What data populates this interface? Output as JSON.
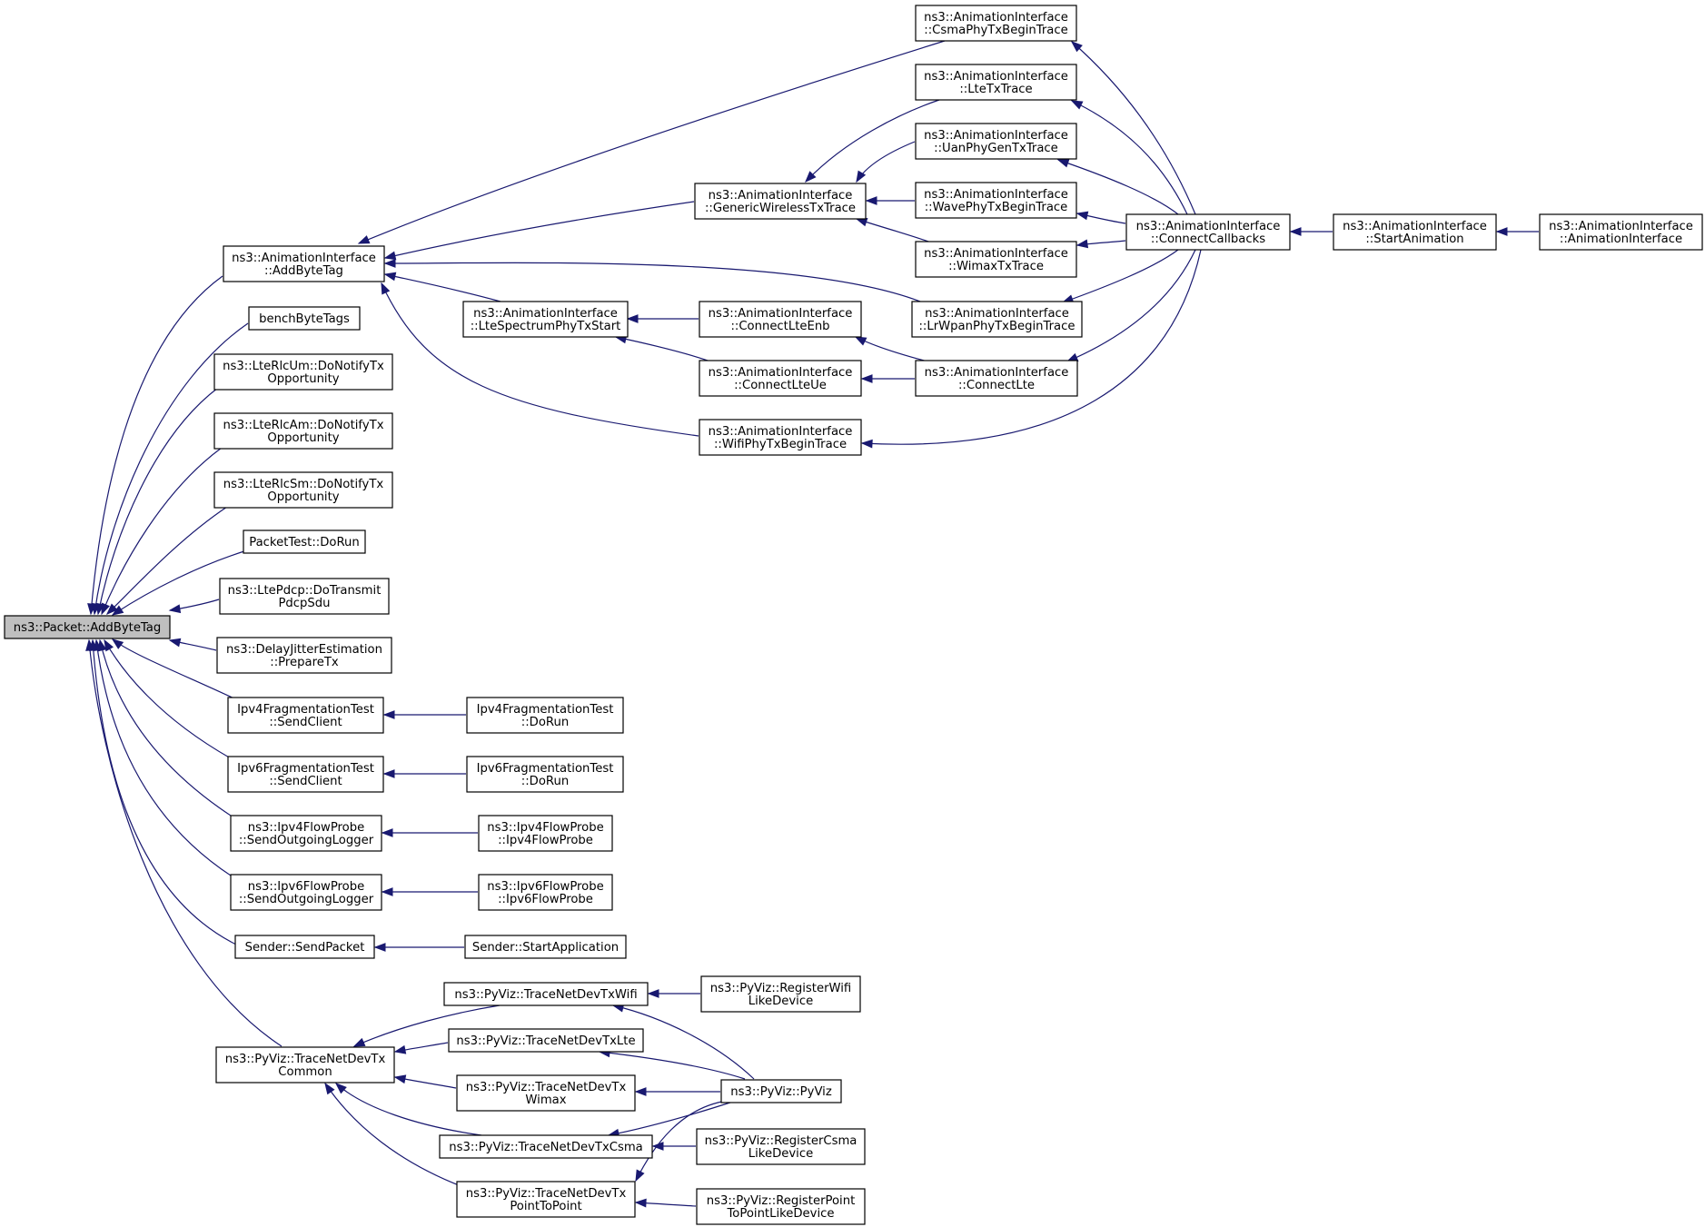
{
  "nodes": [
    {
      "id": "root",
      "lines": [
        "ns3::Packet::AddByteTag"
      ],
      "root": true
    },
    {
      "id": "ai_addbytetag",
      "lines": [
        "ns3::AnimationInterface",
        "::AddByteTag"
      ]
    },
    {
      "id": "benchbytetags",
      "lines": [
        "benchByteTags"
      ]
    },
    {
      "id": "rlcum",
      "lines": [
        "ns3::LteRlcUm::DoNotifyTx",
        "Opportunity"
      ]
    },
    {
      "id": "rlcam",
      "lines": [
        "ns3::LteRlcAm::DoNotifyTx",
        "Opportunity"
      ]
    },
    {
      "id": "rlcsm",
      "lines": [
        "ns3::LteRlcSm::DoNotifyTx",
        "Opportunity"
      ]
    },
    {
      "id": "packettest",
      "lines": [
        "PacketTest::DoRun"
      ]
    },
    {
      "id": "ltepdcp",
      "lines": [
        "ns3::LtePdcp::DoTransmit",
        "PdcpSdu"
      ]
    },
    {
      "id": "delayjitter",
      "lines": [
        "ns3::DelayJitterEstimation",
        "::PrepareTx"
      ]
    },
    {
      "id": "ipv4frag_send",
      "lines": [
        "Ipv4FragmentationTest",
        "::SendClient"
      ]
    },
    {
      "id": "ipv6frag_send",
      "lines": [
        "Ipv6FragmentationTest",
        "::SendClient"
      ]
    },
    {
      "id": "ipv4flow_send",
      "lines": [
        "ns3::Ipv4FlowProbe",
        "::SendOutgoingLogger"
      ]
    },
    {
      "id": "ipv6flow_send",
      "lines": [
        "ns3::Ipv6FlowProbe",
        "::SendOutgoingLogger"
      ]
    },
    {
      "id": "sender_send",
      "lines": [
        "Sender::SendPacket"
      ]
    },
    {
      "id": "pyviz_common",
      "lines": [
        "ns3::PyViz::TraceNetDevTx",
        "Common"
      ]
    },
    {
      "id": "csmaphytx",
      "lines": [
        "ns3::AnimationInterface",
        "::CsmaPhyTxBeginTrace"
      ]
    },
    {
      "id": "ltetx",
      "lines": [
        "ns3::AnimationInterface",
        "::LteTxTrace"
      ]
    },
    {
      "id": "uanphygen",
      "lines": [
        "ns3::AnimationInterface",
        "::UanPhyGenTxTrace"
      ]
    },
    {
      "id": "genericwireless",
      "lines": [
        "ns3::AnimationInterface",
        "::GenericWirelessTxTrace"
      ]
    },
    {
      "id": "wavephy",
      "lines": [
        "ns3::AnimationInterface",
        "::WavePhyTxBeginTrace"
      ]
    },
    {
      "id": "wimaxtx",
      "lines": [
        "ns3::AnimationInterface",
        "::WimaxTxTrace"
      ]
    },
    {
      "id": "lrwpan",
      "lines": [
        "ns3::AnimationInterface",
        "::LrWpanPhyTxBeginTrace"
      ]
    },
    {
      "id": "ltespectrum",
      "lines": [
        "ns3::AnimationInterface",
        "::LteSpectrumPhyTxStart"
      ]
    },
    {
      "id": "connectlteenb",
      "lines": [
        "ns3::AnimationInterface",
        "::ConnectLteEnb"
      ]
    },
    {
      "id": "connectlteue",
      "lines": [
        "ns3::AnimationInterface",
        "::ConnectLteUe"
      ]
    },
    {
      "id": "connectlte",
      "lines": [
        "ns3::AnimationInterface",
        "::ConnectLte"
      ]
    },
    {
      "id": "wifiphytx",
      "lines": [
        "ns3::AnimationInterface",
        "::WifiPhyTxBeginTrace"
      ]
    },
    {
      "id": "connectcallbacks",
      "lines": [
        "ns3::AnimationInterface",
        "::ConnectCallbacks"
      ]
    },
    {
      "id": "startanimation",
      "lines": [
        "ns3::AnimationInterface",
        "::StartAnimation"
      ]
    },
    {
      "id": "animationinterface",
      "lines": [
        "ns3::AnimationInterface",
        "::AnimationInterface"
      ]
    },
    {
      "id": "ipv4frag_run",
      "lines": [
        "Ipv4FragmentationTest",
        "::DoRun"
      ]
    },
    {
      "id": "ipv6frag_run",
      "lines": [
        "Ipv6FragmentationTest",
        "::DoRun"
      ]
    },
    {
      "id": "ipv4flowprobe",
      "lines": [
        "ns3::Ipv4FlowProbe",
        "::Ipv4FlowProbe"
      ]
    },
    {
      "id": "ipv6flowprobe",
      "lines": [
        "ns3::Ipv6FlowProbe",
        "::Ipv6FlowProbe"
      ]
    },
    {
      "id": "sender_start",
      "lines": [
        "Sender::StartApplication"
      ]
    },
    {
      "id": "pv_wifi",
      "lines": [
        "ns3::PyViz::TraceNetDevTxWifi"
      ]
    },
    {
      "id": "pv_lte",
      "lines": [
        "ns3::PyViz::TraceNetDevTxLte"
      ]
    },
    {
      "id": "pv_wimax",
      "lines": [
        "ns3::PyViz::TraceNetDevTx",
        "Wimax"
      ]
    },
    {
      "id": "pv_csma",
      "lines": [
        "ns3::PyViz::TraceNetDevTxCsma"
      ]
    },
    {
      "id": "pv_p2p",
      "lines": [
        "ns3::PyViz::TraceNetDevTx",
        "PointToPoint"
      ]
    },
    {
      "id": "pv_regwifi",
      "lines": [
        "ns3::PyViz::RegisterWifi",
        "LikeDevice"
      ]
    },
    {
      "id": "pv_pyviz",
      "lines": [
        "ns3::PyViz::PyViz"
      ]
    },
    {
      "id": "pv_regcsma",
      "lines": [
        "ns3::PyViz::RegisterCsma",
        "LikeDevice"
      ]
    },
    {
      "id": "pv_regp2p",
      "lines": [
        "ns3::PyViz::RegisterPoint",
        "ToPointLikeDevice"
      ]
    }
  ],
  "edges": [
    [
      "ai_addbytetag",
      "root"
    ],
    [
      "benchbytetags",
      "root"
    ],
    [
      "rlcum",
      "root"
    ],
    [
      "rlcam",
      "root"
    ],
    [
      "rlcsm",
      "root"
    ],
    [
      "packettest",
      "root"
    ],
    [
      "ltepdcp",
      "root"
    ],
    [
      "delayjitter",
      "root"
    ],
    [
      "ipv4frag_send",
      "root"
    ],
    [
      "ipv6frag_send",
      "root"
    ],
    [
      "ipv4flow_send",
      "root"
    ],
    [
      "ipv6flow_send",
      "root"
    ],
    [
      "sender_send",
      "root"
    ],
    [
      "pyviz_common",
      "root"
    ],
    [
      "csmaphytx",
      "ai_addbytetag"
    ],
    [
      "genericwireless",
      "ai_addbytetag"
    ],
    [
      "lrwpan",
      "ai_addbytetag"
    ],
    [
      "ltespectrum",
      "ai_addbytetag"
    ],
    [
      "wifiphytx",
      "ai_addbytetag"
    ],
    [
      "ltetx",
      "genericwireless"
    ],
    [
      "uanphygen",
      "genericwireless"
    ],
    [
      "wavephy",
      "genericwireless"
    ],
    [
      "wimaxtx",
      "genericwireless"
    ],
    [
      "connectlteenb",
      "ltespectrum"
    ],
    [
      "connectlteue",
      "ltespectrum"
    ],
    [
      "connectlte",
      "connectlteenb"
    ],
    [
      "connectlte",
      "connectlteue"
    ],
    [
      "connectcallbacks",
      "csmaphytx"
    ],
    [
      "connectcallbacks",
      "ltetx"
    ],
    [
      "connectcallbacks",
      "uanphygen"
    ],
    [
      "connectcallbacks",
      "wavephy"
    ],
    [
      "connectcallbacks",
      "wimaxtx"
    ],
    [
      "connectcallbacks",
      "lrwpan"
    ],
    [
      "connectcallbacks",
      "connectlte"
    ],
    [
      "connectcallbacks",
      "wifiphytx"
    ],
    [
      "startanimation",
      "connectcallbacks"
    ],
    [
      "animationinterface",
      "startanimation"
    ],
    [
      "ipv4frag_run",
      "ipv4frag_send"
    ],
    [
      "ipv6frag_run",
      "ipv6frag_send"
    ],
    [
      "ipv4flowprobe",
      "ipv4flow_send"
    ],
    [
      "ipv6flowprobe",
      "ipv6flow_send"
    ],
    [
      "sender_start",
      "sender_send"
    ],
    [
      "pv_wifi",
      "pyviz_common"
    ],
    [
      "pv_lte",
      "pyviz_common"
    ],
    [
      "pv_wimax",
      "pyviz_common"
    ],
    [
      "pv_csma",
      "pyviz_common"
    ],
    [
      "pv_p2p",
      "pyviz_common"
    ],
    [
      "pv_regwifi",
      "pv_wifi"
    ],
    [
      "pv_pyviz",
      "pv_wifi"
    ],
    [
      "pv_pyviz",
      "pv_lte"
    ],
    [
      "pv_pyviz",
      "pv_wimax"
    ],
    [
      "pv_pyviz",
      "pv_csma"
    ],
    [
      "pv_pyviz",
      "pv_p2p"
    ],
    [
      "pv_regcsma",
      "pv_csma"
    ],
    [
      "pv_regp2p",
      "pv_p2p"
    ]
  ],
  "colors": {
    "edge": "#191970",
    "root_fill": "#bfbfbf",
    "node_fill": "#ffffff",
    "node_stroke": "#000000"
  }
}
